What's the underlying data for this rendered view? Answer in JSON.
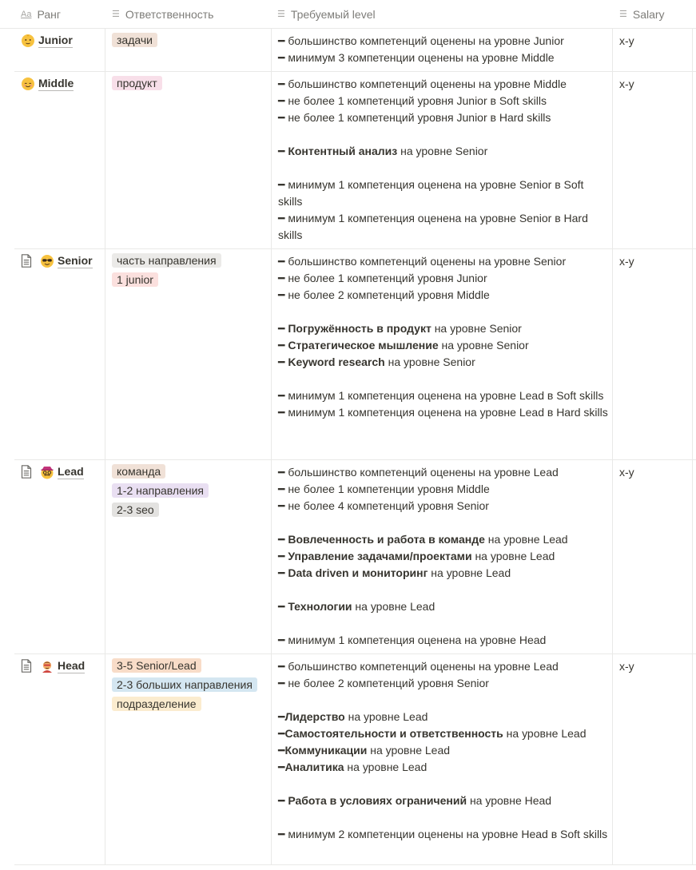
{
  "header": {
    "col_rank": "Ранг",
    "col_responsibility": "Ответственность",
    "col_level": "Требуемый level",
    "col_salary": "Salary",
    "icons": {
      "rank": "text-aa-icon",
      "responsibility": "list-icon",
      "level": "text-lines-icon",
      "salary": "text-lines-icon"
    }
  },
  "colors": {
    "tag_brown": "#f0e1d7",
    "tag_pink": "#f8dfe9",
    "tag_gray": "#ebeae8",
    "tag_red": "#fbe0de",
    "tag_purple": "#e9dff2",
    "tag_grayalt": "#e3e2e0",
    "tag_orange": "#f8dcc8",
    "tag_blue": "#d4e6f1",
    "tag_yellow": "#fbeccf"
  },
  "rows": [
    {
      "id": "junior",
      "doc_icon": false,
      "emoji": "baby-face-icon",
      "rank": "Junior",
      "tags": [
        {
          "text": "задачи",
          "color": "tag_brown"
        }
      ],
      "lines": [
        [
          {
            "t": "━ большинство компетенций оценены на уровне Junior"
          }
        ],
        [
          {
            "t": "━ минимум 3 компетенции оценены на уровне Middle"
          }
        ]
      ],
      "salary": "x-y"
    },
    {
      "id": "middle",
      "doc_icon": false,
      "emoji": "relieved-face-icon",
      "rank": "Middle",
      "tags": [
        {
          "text": "продукт",
          "color": "tag_pink"
        }
      ],
      "lines": [
        [
          {
            "t": "━ большинство компетенций оценены на уровне Middle"
          }
        ],
        [
          {
            "t": "━ не более 1 компетенций уровня Junior в Soft skills"
          }
        ],
        [
          {
            "t": "━ не более 1 компетенций уровня Junior в Hard skills"
          }
        ],
        [],
        [
          {
            "t": "━ "
          },
          {
            "t": "Контентный анализ",
            "b": true
          },
          {
            "t": " на уровне Senior"
          }
        ],
        [],
        [
          {
            "t": "━ минимум 1 компетенция оценена на уровне Senior в Soft skills"
          }
        ],
        [
          {
            "t": "━ минимум 1 компетенция оценена на уровне Senior в Hard skills"
          }
        ]
      ],
      "salary": "x-y"
    },
    {
      "id": "senior",
      "doc_icon": true,
      "emoji": "sunglasses-face-icon",
      "rank": "Senior",
      "tags": [
        {
          "text": "часть направления",
          "color": "tag_gray"
        },
        {
          "text": "1 junior",
          "color": "tag_red"
        }
      ],
      "lines": [
        [
          {
            "t": "━ большинство компетенций оценены на уровне Senior"
          }
        ],
        [
          {
            "t": "━ не более 1 компетенций уровня Junior"
          }
        ],
        [
          {
            "t": "━ не более 2 компетенций уровня Middle"
          }
        ],
        [],
        [
          {
            "t": "━ "
          },
          {
            "t": "Погружённость в продукт",
            "b": true
          },
          {
            "t": " на уровне Senior"
          }
        ],
        [
          {
            "t": "━ "
          },
          {
            "t": "Стратегическое мышление",
            "b": true
          },
          {
            "t": " на уровне Senior"
          }
        ],
        [
          {
            "t": "━ "
          },
          {
            "t": "Keyword research",
            "b": true
          },
          {
            "t": " на уровне Senior"
          }
        ],
        [],
        [
          {
            "t": "━ минимум 1 компетенция оценена на уровне Lead в Soft skills"
          }
        ],
        [
          {
            "t": "━ минимум 1 компетенция оценена на уровне Lead в Hard skills"
          }
        ]
      ],
      "salary": "x-y"
    },
    {
      "id": "lead",
      "doc_icon": true,
      "emoji": "disguised-face-icon",
      "rank": "Lead",
      "tags": [
        {
          "text": "команда",
          "color": "tag_brown"
        },
        {
          "text": "1-2 направления",
          "color": "tag_purple"
        },
        {
          "text": "2-3 seo",
          "color": "tag_grayalt"
        }
      ],
      "lines": [
        [
          {
            "t": "━ большинство компетенций оценены на уровне Lead"
          }
        ],
        [
          {
            "t": "━ не более 1 компетенции уровня Middle"
          }
        ],
        [
          {
            "t": "━ не более 4 компетенций уровня Senior"
          }
        ],
        [],
        [
          {
            "t": "━ "
          },
          {
            "t": "Вовлеченность и работа в команде",
            "b": true
          },
          {
            "t": " на уровне Lead"
          }
        ],
        [
          {
            "t": "━ "
          },
          {
            "t": "Управление задачами/проектами",
            "b": true
          },
          {
            "t": " на уровне Lead"
          }
        ],
        [
          {
            "t": "━ "
          },
          {
            "t": "Data driven и мониторинг",
            "b": true
          },
          {
            "t": " на уровне Lead"
          }
        ],
        [],
        [
          {
            "t": "━ "
          },
          {
            "t": "Технологии",
            "b": true
          },
          {
            "t": " на уровне Lead"
          }
        ],
        [],
        [
          {
            "t": "━ минимум 1 компетенция оценена на уровне Head"
          }
        ]
      ],
      "salary": "x-y"
    },
    {
      "id": "head",
      "doc_icon": true,
      "emoji": "superhero-icon",
      "rank": "Head",
      "tags": [
        {
          "text": "3-5 Senior/Lead",
          "color": "tag_orange"
        },
        {
          "text": "2-3 больших направления",
          "color": "tag_blue"
        },
        {
          "text": "подразделение",
          "color": "tag_yellow"
        }
      ],
      "lines": [
        [
          {
            "t": "━ большинство компетенций оценены на уровне Lead"
          }
        ],
        [
          {
            "t": "━ не более 2 компетенций уровня Senior"
          }
        ],
        [],
        [
          {
            "t": "━"
          },
          {
            "t": "Лидерство",
            "b": true
          },
          {
            "t": " на уровне Lead"
          }
        ],
        [
          {
            "t": "━"
          },
          {
            "t": "Самостоятельности и ответственность",
            "b": true
          },
          {
            "t": " на уровне Lead"
          }
        ],
        [
          {
            "t": "━"
          },
          {
            "t": "Коммуникации",
            "b": true
          },
          {
            "t": " на уровне Lead"
          }
        ],
        [
          {
            "t": "━"
          },
          {
            "t": "Аналитика",
            "b": true
          },
          {
            "t": " на уровне Lead"
          }
        ],
        [],
        [
          {
            "t": "━ "
          },
          {
            "t": "Работа в условиях ограничений",
            "b": true
          },
          {
            "t": " на уровне Head"
          }
        ],
        [],
        [
          {
            "t": "━ минимум 2 компетенции оценены на уровне Head в Soft skills"
          }
        ]
      ],
      "salary": "x-y"
    }
  ]
}
